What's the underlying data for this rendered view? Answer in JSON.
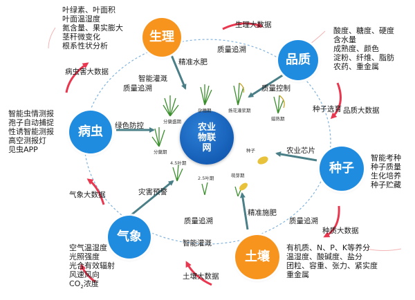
{
  "center_label": [
    "农业",
    "物联",
    "网"
  ],
  "nodes": {
    "shengli": "生理",
    "pinzhi": "品质",
    "zhongzi": "种子",
    "turang": "土壤",
    "qixiang": "气象",
    "bingchong": "病虫"
  },
  "lists": {
    "shengli": [
      "叶绿素、叶面积",
      "叶面温湿度",
      "氮含量、果实膨大",
      "茎秆微变化",
      "根系性状分析"
    ],
    "pinzhi": [
      "酸度、糖度、硬度",
      "含水量",
      "成熟度、颜色",
      "淀粉、纤维、脂肪",
      "农药、重金属"
    ],
    "zhongzi": [
      "智能考种",
      "种子质量",
      "生化培养",
      "种子贮藏"
    ],
    "turang": [
      "有机质、N、P、K等养分",
      "温湿度、酸碱度、盐分",
      "团粒、容重、张力、紧实度",
      "重金属"
    ],
    "qixiang": [
      "空气温湿度",
      "光照强度",
      "光合有效辐射",
      "风速风向"
    ],
    "bingchong": [
      "智能虫情测报",
      "孢子自动捕捉",
      "性诱智能测报",
      "高空测报灯",
      "见虫APP"
    ]
  },
  "co2": {
    "prefix": "CO",
    "sub": "2",
    "suffix": "浓度"
  },
  "bigdata": {
    "shengli": "生理大数据",
    "pinzhi": "品质大数据",
    "zhongzi": "种质大数据",
    "turang": "土壤大数据",
    "qixiang": "气象大数据",
    "bingchong": "病虫害大数据"
  },
  "links": {
    "precise_water": "精准水肥",
    "quality_trace_top": "质量追溯",
    "quality_control": "质量控制",
    "smart_irrigation_left": "智能灌溉",
    "quality_trace_left": "质量追溯",
    "green_control": "绿色防控",
    "seed_quality": "种子选育",
    "agri_chip": "农业芯片",
    "disaster_warning": "灾害预警",
    "quality_trace_bottom": "质量追溯",
    "smart_irrigation_bottom": "智能灌溉",
    "precise_fert": "精准施肥",
    "quality_trace_right": "质量追溯"
  },
  "stages": {
    "booting": "孕穗期",
    "heading": "扬花灌浆期",
    "tillering": "分蘖盛期",
    "tillering2": "分蘖期",
    "maturity": "蜡熟期",
    "seed": "种子",
    "leaf45": "4.5叶期",
    "leaf25": "2.5叶期",
    "germ": "萌芽期"
  },
  "colors": {
    "orange": "#f7941d",
    "blue_node": "#1f8ce0",
    "center_blue": "#0b4fa8",
    "arrow_teal": "#4a7f88",
    "arrow_red": "#e8374f",
    "dash_blue": "#7fb2dd"
  }
}
